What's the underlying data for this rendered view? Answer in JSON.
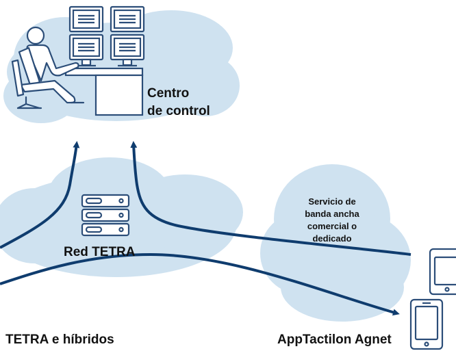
{
  "labels": {
    "control_center": [
      "Centro",
      "de control"
    ],
    "tetra_network": "Red TETRA",
    "broadband_service": [
      "Servicio de",
      "banda ancha",
      "comercial o",
      "dedicado"
    ],
    "tetra_hybrid": "TETRA e híbridos",
    "agnet_app": "AppTactilon Agnet"
  },
  "colors": {
    "cloud": "#cfe2f0",
    "stroke": "#2b4d78",
    "arrow": "#0f3c6e",
    "fill": "#ffffff"
  }
}
